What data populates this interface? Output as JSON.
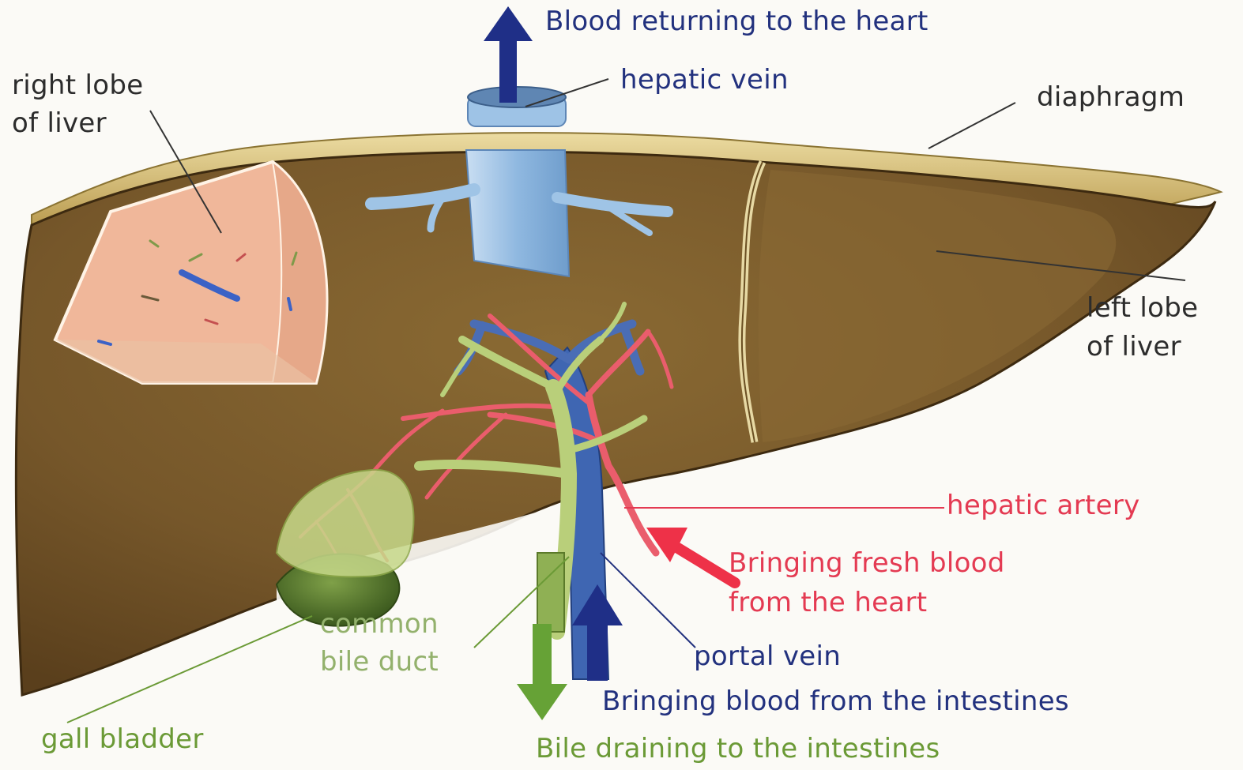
{
  "labels": {
    "blood_returning": "Blood returning to the heart",
    "hepatic_vein": "hepatic vein",
    "right_lobe_1": "right lobe",
    "right_lobe_2": "of liver",
    "diaphragm": "diaphragm",
    "left_lobe_1": "left lobe",
    "left_lobe_2": "of liver",
    "hepatic_artery": "hepatic artery",
    "fresh_blood_1": "Bringing fresh blood",
    "fresh_blood_2": "from the heart",
    "common_bile_1": "common",
    "common_bile_2": "bile duct",
    "portal_vein": "portal vein",
    "intestines_blood": "Bringing blood from the intestines",
    "gall_bladder": "gall bladder",
    "bile_draining": "Bile draining to the intestines"
  },
  "colors": {
    "liver": "#7a5a25",
    "vein": "#9fc4e6",
    "artery": "#ea5d6c",
    "bile": "#b9cf7a",
    "arrow_blue": "#1f2f87",
    "arrow_red": "#ee3148",
    "arrow_green": "#66a236"
  }
}
